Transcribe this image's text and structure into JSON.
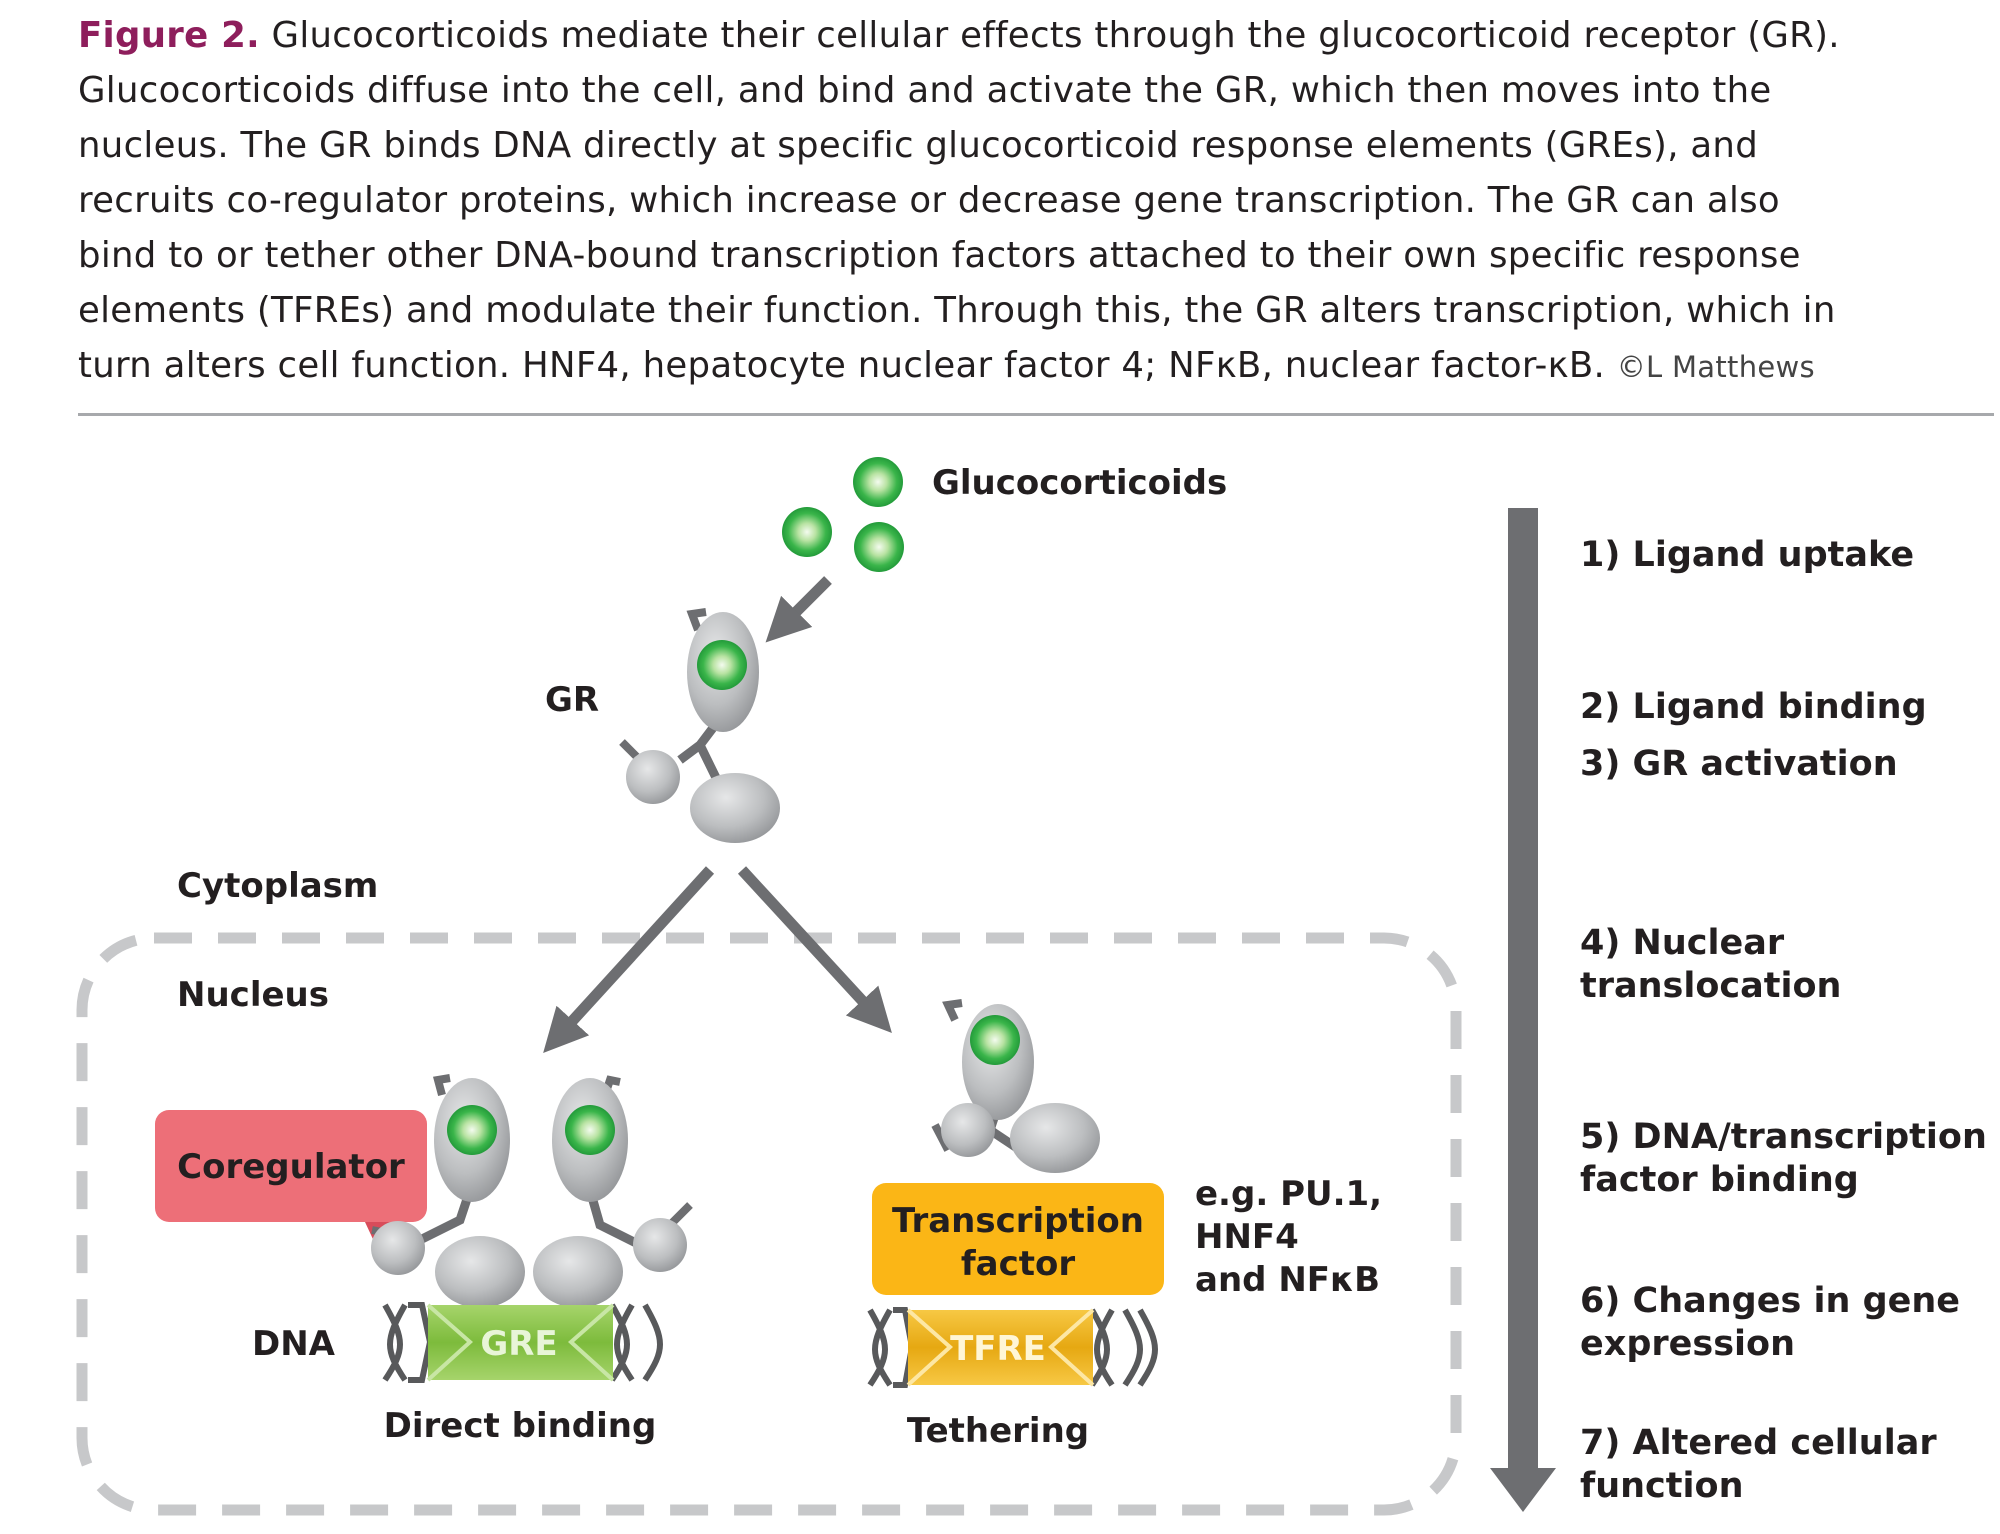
{
  "caption": {
    "figure_label": "Figure 2.",
    "lines": [
      "Glucocorticoids mediate their cellular effects through the glucocorticoid receptor (GR).",
      "Glucocorticoids diffuse into the cell, and bind and activate the GR, which then moves into the",
      "nucleus. The GR binds DNA directly at specific glucocorticoid response elements (GREs), and",
      "recruits co-regulator proteins, which increase or decrease gene transcription. The GR can also",
      "bind to or tether other DNA-bound transcription factors attached to their own specific response",
      "elements (TFREs) and modulate their function. Through this, the GR alters transcription, which in",
      "turn alters cell function. HNF4, hepatocyte nuclear factor 4; NFκB, nuclear factor-κB."
    ],
    "credit": "©L Matthews"
  },
  "diagram": {
    "glucocorticoids": "Glucocorticoids",
    "gr": "GR",
    "cytoplasm": "Cytoplasm",
    "nucleus": "Nucleus",
    "coregulator": "Coregulator",
    "dna": "DNA",
    "gre": "GRE",
    "tfre": "TFRE",
    "transcription_factor_line1": "Transcription",
    "transcription_factor_line2": "factor",
    "examples_line1": "e.g. PU.1,",
    "examples_line2": "HNF4",
    "examples_line3": "and NFκB",
    "direct_binding": "Direct binding",
    "tethering": "Tethering"
  },
  "steps": [
    {
      "lines": [
        "1) Ligand uptake"
      ]
    },
    {
      "lines": [
        "2) Ligand binding"
      ]
    },
    {
      "lines": [
        "3) GR activation"
      ]
    },
    {
      "lines": [
        "4) Nuclear",
        "translocation"
      ]
    },
    {
      "lines": [
        "5) DNA/transcription",
        "factor binding"
      ]
    },
    {
      "lines": [
        "6) Changes in gene",
        "expression"
      ]
    },
    {
      "lines": [
        "7) Altered cellular",
        "function"
      ]
    }
  ],
  "colors": {
    "figure_label": "#8e1e5c",
    "ligand_green": "#3ab54a",
    "gre_green": "#8cc63f",
    "tfre_yellow": "#fbb616",
    "coregulator_red": "#ed6f78",
    "arrow_gray": "#6d6e71",
    "protein_gray": "#bcbec0",
    "nucleus_dash": "#c7c8ca"
  }
}
